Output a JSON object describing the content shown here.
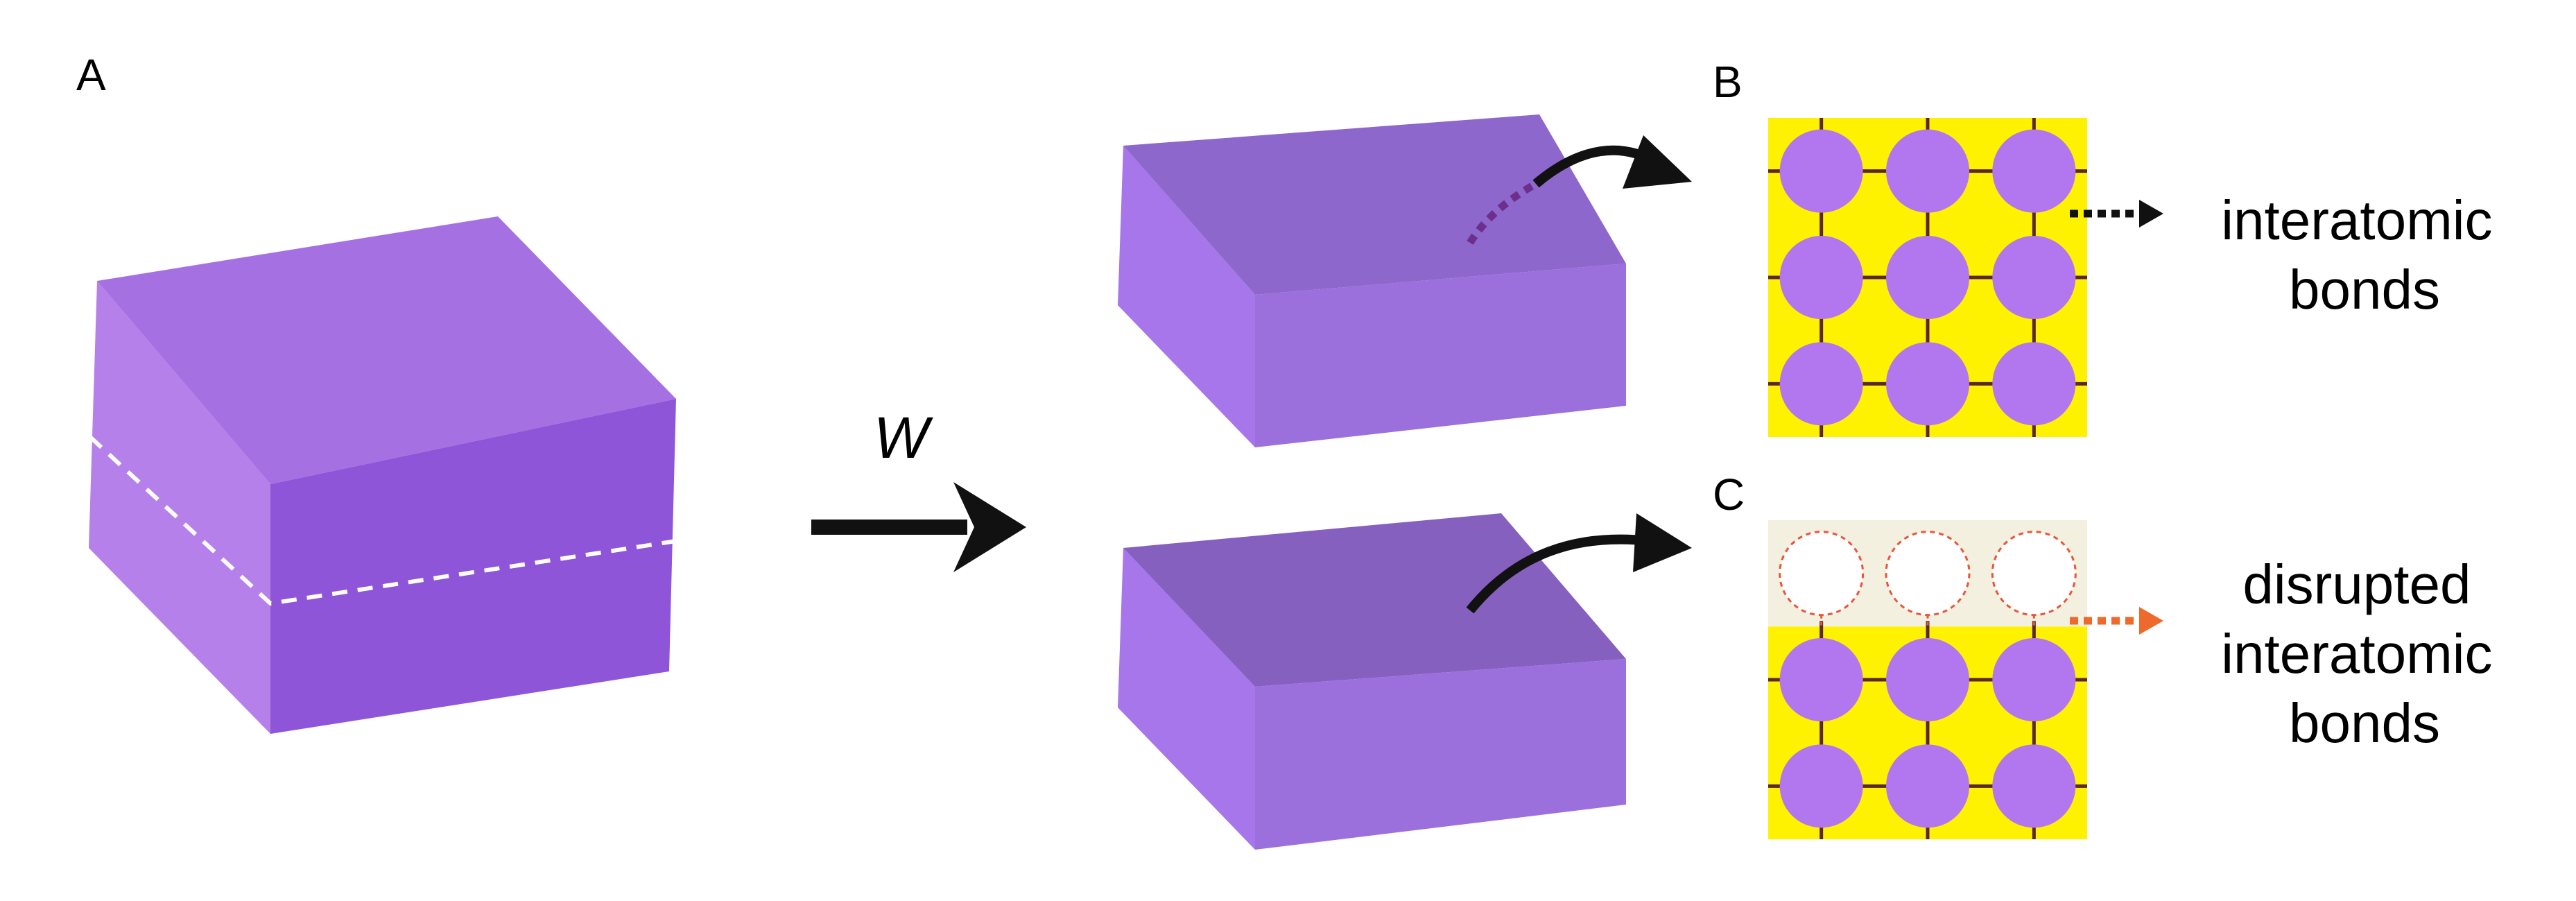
{
  "panel_labels": {
    "a": "A",
    "b": "B",
    "c": "C"
  },
  "work_label": "W",
  "bonds_intact_label": [
    "interatomic",
    "bonds"
  ],
  "bonds_disrupted_label": [
    "disrupted",
    "interatomic",
    "bonds"
  ],
  "lattice": {
    "rows": 3,
    "cols": 3,
    "disrupted_rows_in_c": 1
  },
  "colors": {
    "block_top": "#a571e2",
    "block_front": "#8f55d8",
    "block_left": "#b680ea",
    "upper_block_top": "#8e67cc",
    "upper_block_front": "#9b6fdc",
    "upper_block_left": "#a676ea",
    "lower_block_top": "#8660bf",
    "lower_block_front": "#9c70dc",
    "lower_block_left": "#a676ea",
    "atom": "#b276ee",
    "lattice_bg": "#fff200",
    "bond_line": "#5a2828",
    "disrupted_bg": "#f3f0df",
    "disrupted_outline": "#e8563a",
    "arrow": "#111111",
    "dotted_purple": "#6c2f8c",
    "dotted_orange": "#ee6a2c"
  }
}
